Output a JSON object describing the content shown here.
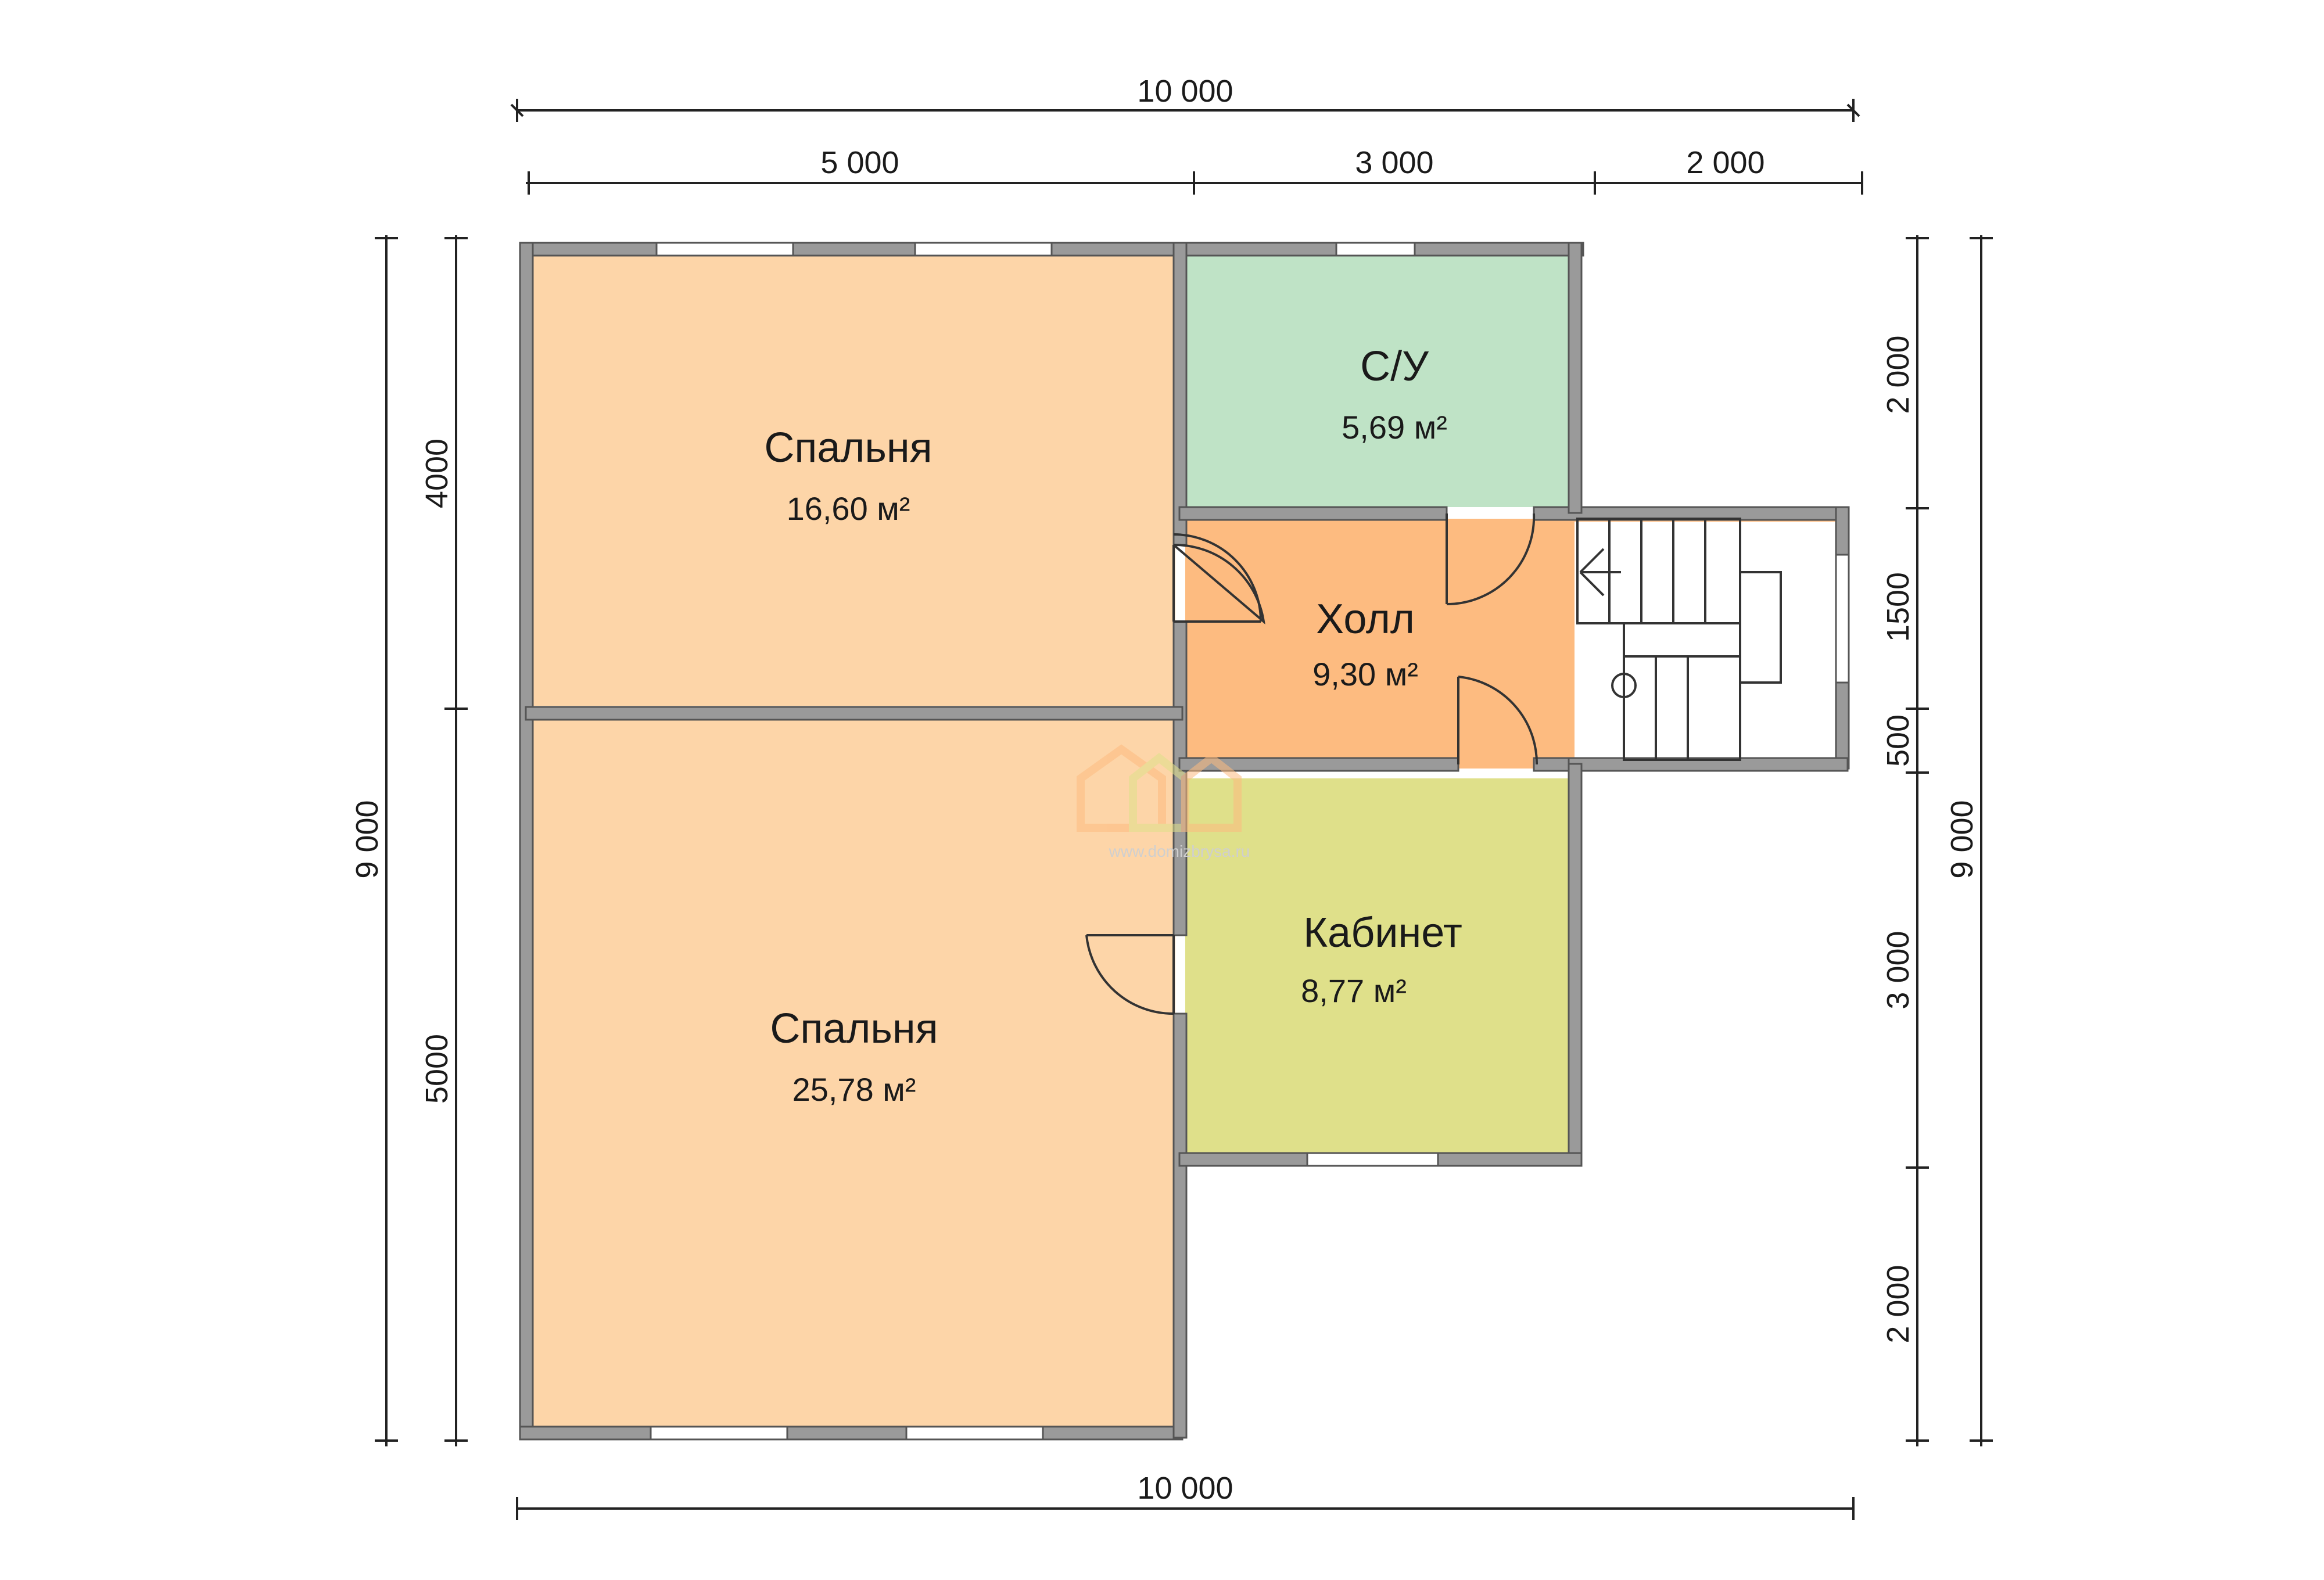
{
  "rooms": {
    "bedroom_top": {
      "name": "Спальня",
      "area": "16,60 м²"
    },
    "bathroom": {
      "name": "С/У",
      "area": "5,69 м²"
    },
    "hall": {
      "name": "Холл",
      "area": "9,30 м²"
    },
    "bedroom_bottom": {
      "name": "Спальня",
      "area": "25,78 м²"
    },
    "study": {
      "name": "Кабинет",
      "area": "8,77 м²"
    }
  },
  "dimensions": {
    "top_total": "10 000",
    "top_left": "5 000",
    "top_mid": "3 000",
    "top_right": "2 000",
    "bottom_total": "10 000",
    "left_total": "9 000",
    "left_upper": "4000",
    "left_lower": "5000",
    "right_total": "9 000",
    "right_1": "2 000",
    "right_2": "1500",
    "right_3": "500",
    "right_4": "3 000",
    "right_5": "2 000"
  },
  "watermark": "www.domizbrysa.ru",
  "colors": {
    "bedroom": "#fdd5a8",
    "bathroom": "#bfe3c6",
    "hall": "#fdbb80",
    "study": "#dfe08a",
    "wall": "#7a7a7a",
    "wall_fill": "#9a9a9a"
  }
}
